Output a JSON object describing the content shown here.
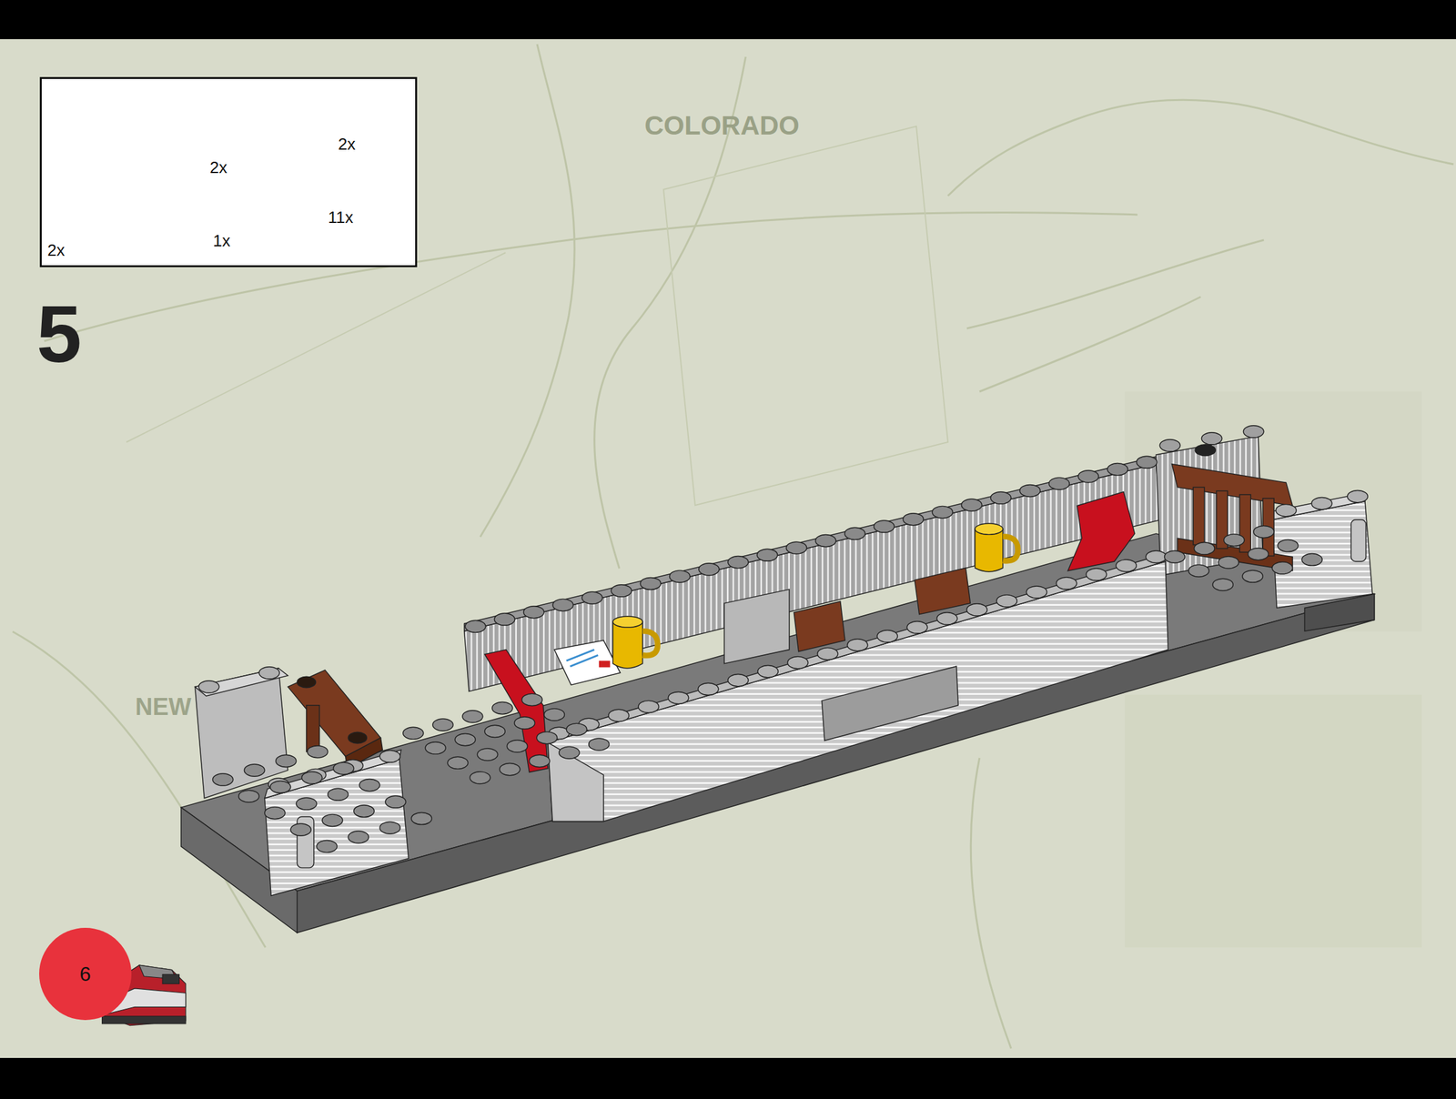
{
  "diagram": {
    "nodes": [
      {
        "text": [
          "2x",
          "2x",
          "11x",
          "1x",
          "2x"
        ]
      },
      {
        "text": [
          "6"
        ]
      }
    ],
    "labels": [
      "5",
      "COLORADO",
      "NEW"
    ]
  }
}
